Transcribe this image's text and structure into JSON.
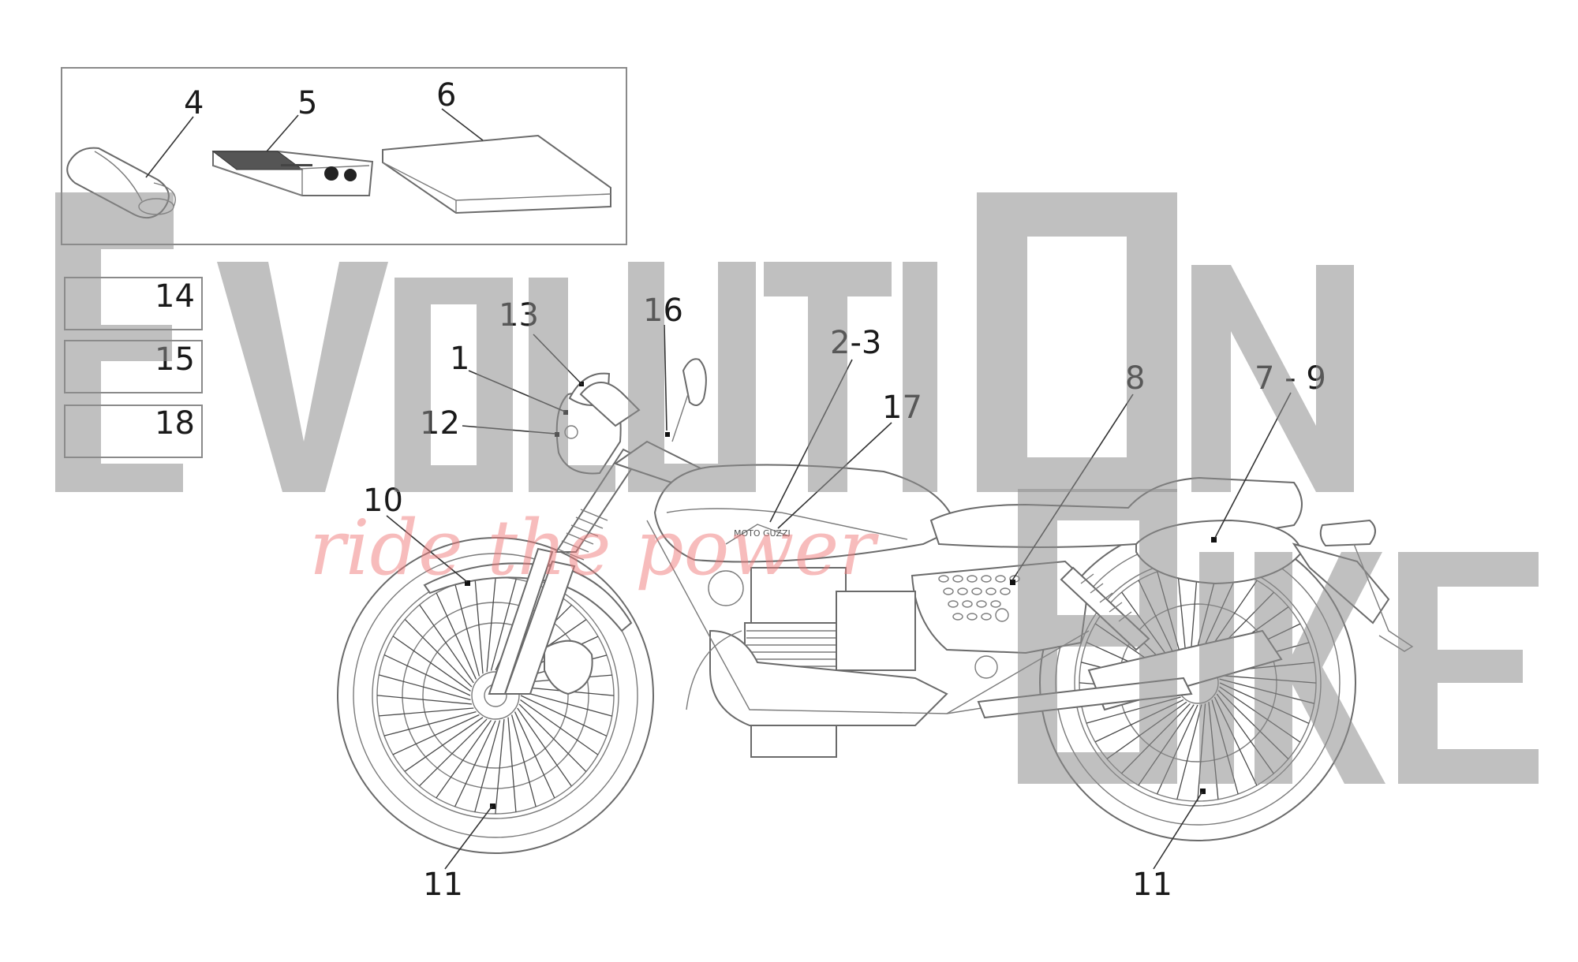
{
  "callouts": {
    "c4": "4",
    "c5": "5",
    "c6": "6",
    "c14": "14",
    "c15": "15",
    "c18": "18",
    "c13": "13",
    "c16": "16",
    "c1": "1",
    "c12": "12",
    "c2_3": "2-3",
    "c17": "17",
    "c8": "8",
    "c7_9": "7 - 9",
    "c10": "10",
    "c11_front": "11",
    "c11_rear": "11"
  },
  "tank_logo": "MOTO GUZZI",
  "watermark": {
    "word1": "EVOLUTIONBIKE",
    "tagline": "ride the power",
    "letter_color": "#8c8c8c",
    "tagline_color": "#f07a7a"
  }
}
